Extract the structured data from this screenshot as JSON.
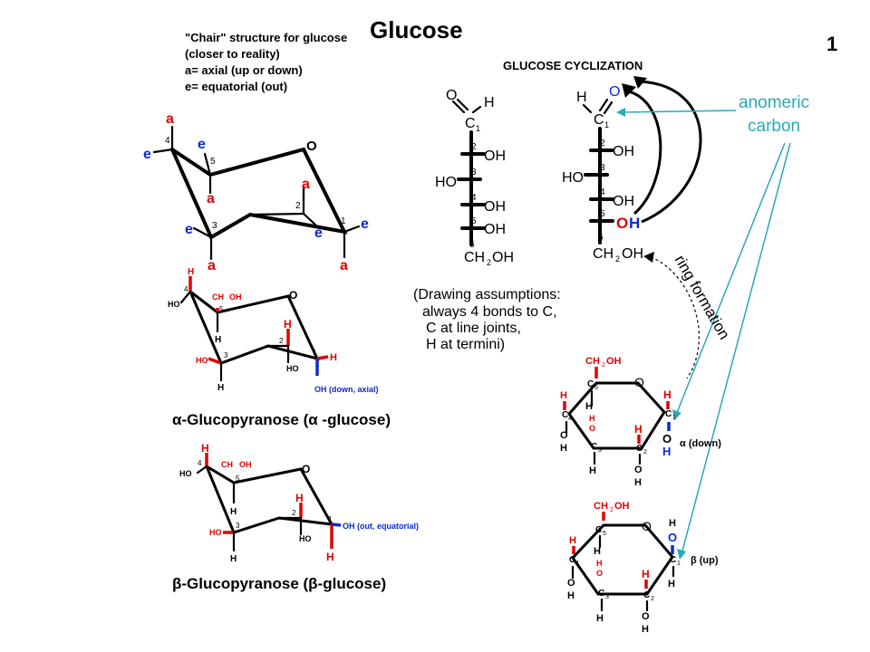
{
  "page_number": "1",
  "title": "Glucose",
  "chair_caption": {
    "line1": "\"Chair\" structure for glucose",
    "line2": "(closer to reality)",
    "line3": "a= axial  (up or down)",
    "line4": "e= equatorial (out)"
  },
  "cyclization": {
    "heading": "GLUCOSE CYCLIZATION",
    "ring_formation": "ring formation"
  },
  "annotation": {
    "line1": "anomeric",
    "line2": "carbon"
  },
  "drawing_assumptions": {
    "line1": "(Drawing assumptions:",
    "line2": "always 4 bonds to C,",
    "line3": "C at line joints,",
    "line4": "H at termini)"
  },
  "alpha": {
    "label": "α-Glucopyranose (α -glucose)",
    "oh_note": "OH (down, axial)",
    "haworth_note": "α (down)"
  },
  "beta": {
    "label": "β-Glucopyranose (β-glucose)",
    "oh_note": "OH (out, equatorial)",
    "haworth_note": "β (up)"
  },
  "colors": {
    "axial_label": "#e00000",
    "equatorial_label": "#0a2ccc",
    "annotation": "#2aa9b6"
  }
}
